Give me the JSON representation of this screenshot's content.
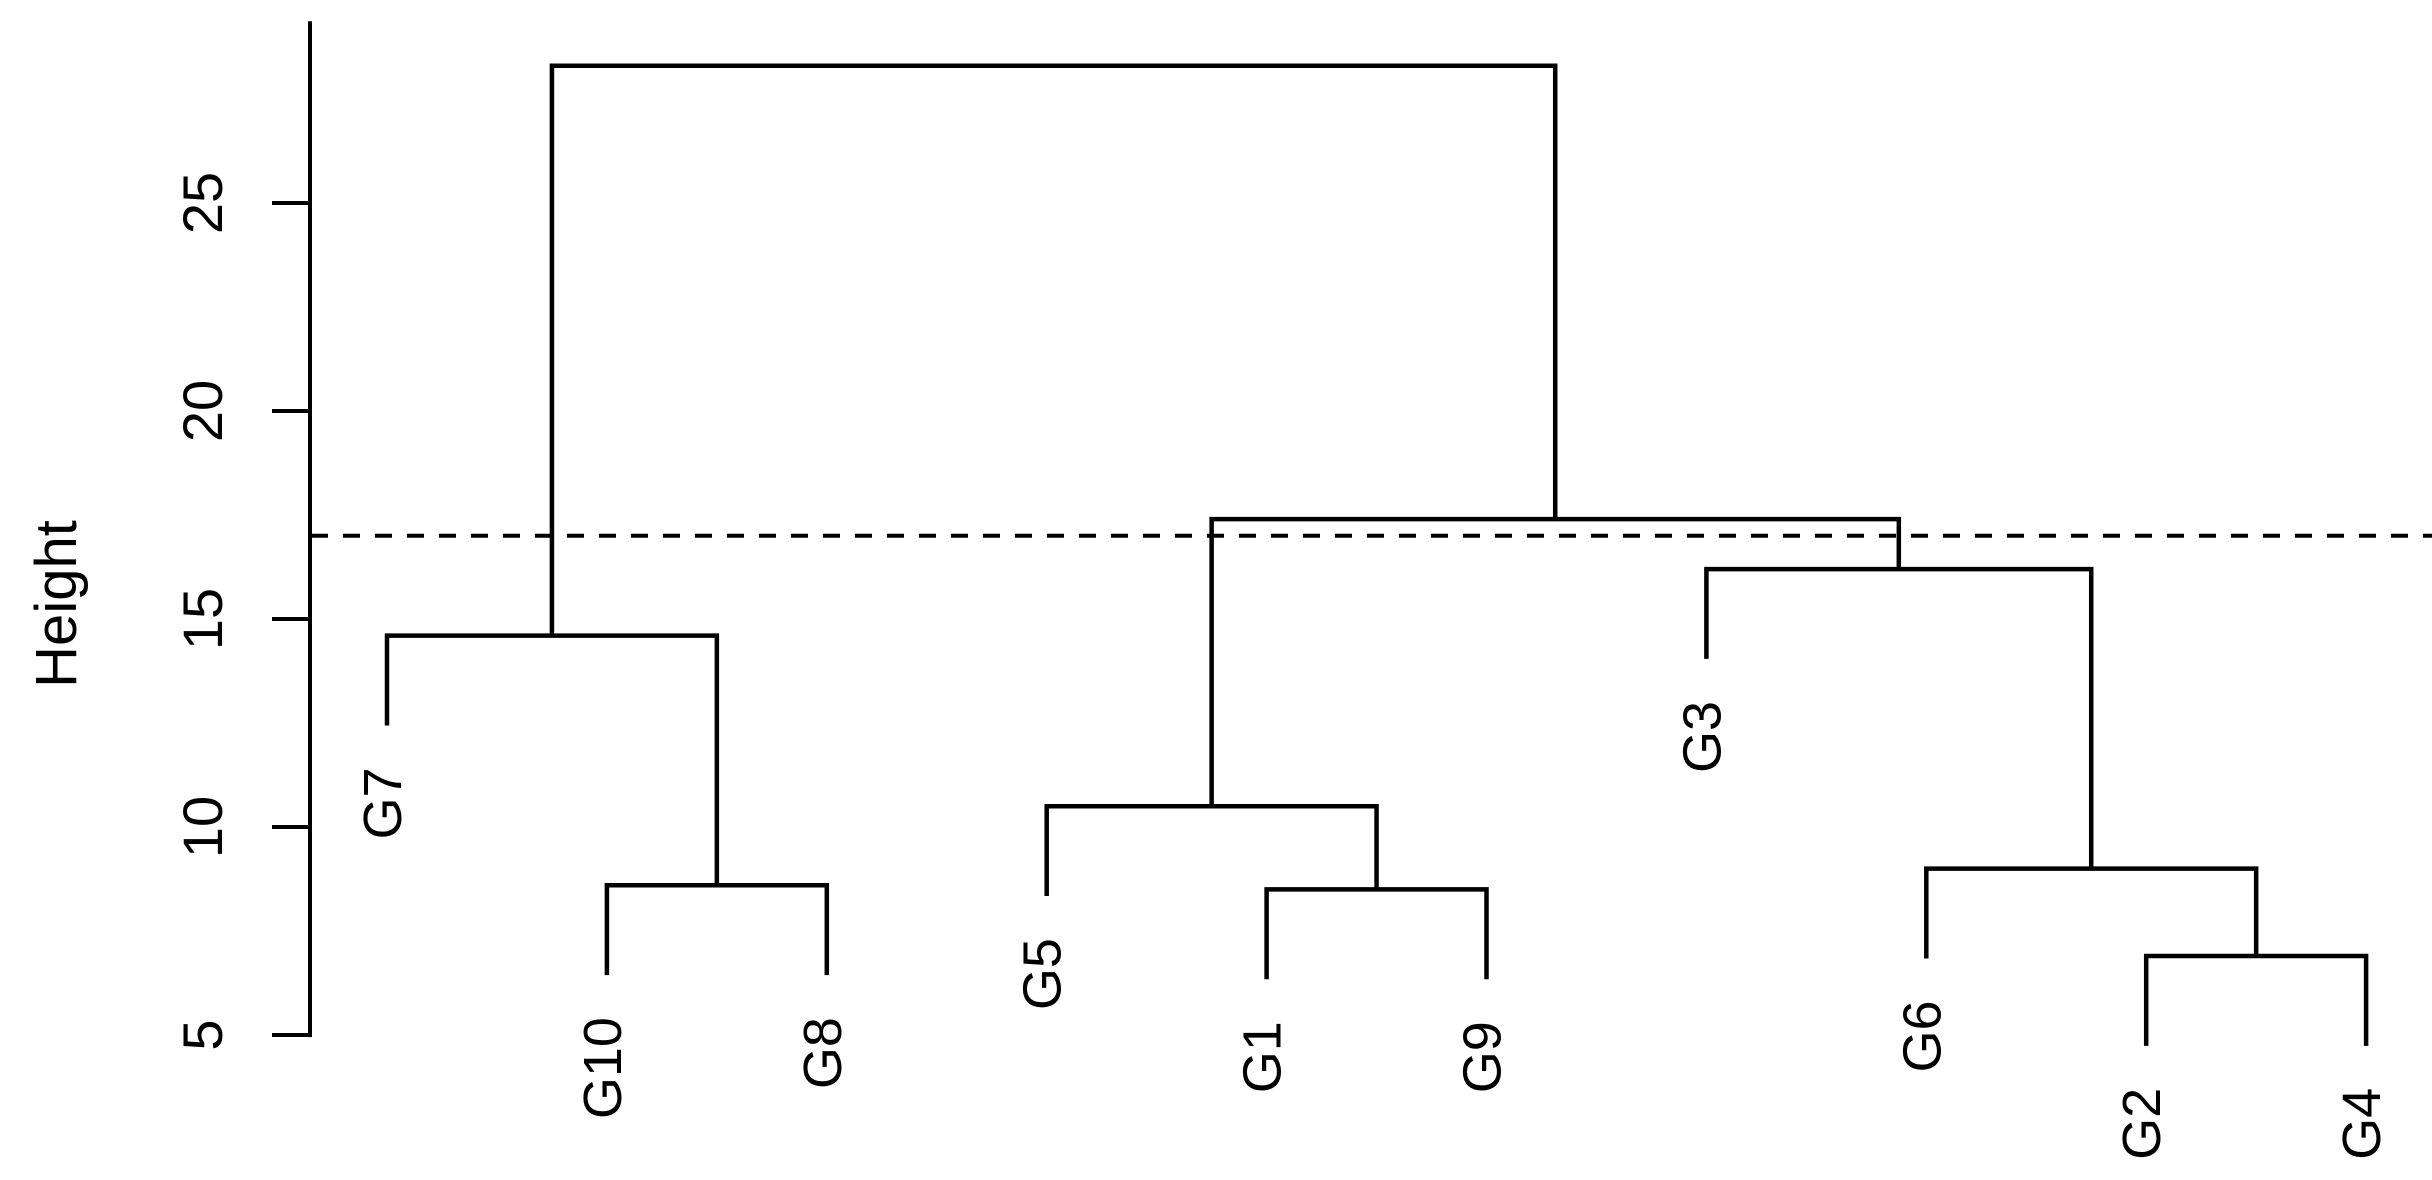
{
  "figure": {
    "background": "#ffffff",
    "line_color": "#000000"
  },
  "chart_data": {
    "type": "dendrogram",
    "orientation": "vertical",
    "title": "",
    "xlabel": "",
    "ylabel": "Height",
    "yticks": [
      5,
      10,
      15,
      20,
      25
    ],
    "ylim": [
      4.95,
      29.37
    ],
    "grid": false,
    "leaves": [
      "G7",
      "G10",
      "G8",
      "G5",
      "G1",
      "G9",
      "G3",
      "G6",
      "G2",
      "G4"
    ],
    "merges": [
      {
        "id": "n1",
        "children": [
          "G10",
          "G8"
        ],
        "height": 8.6
      },
      {
        "id": "n2",
        "children": [
          "G7",
          "n1"
        ],
        "height": 14.6
      },
      {
        "id": "n3",
        "children": [
          "G1",
          "G9"
        ],
        "height": 8.5
      },
      {
        "id": "n4",
        "children": [
          "G5",
          "n3"
        ],
        "height": 10.5
      },
      {
        "id": "n5",
        "children": [
          "G2",
          "G4"
        ],
        "height": 6.9
      },
      {
        "id": "n6",
        "children": [
          "G6",
          "n5"
        ],
        "height": 9.0
      },
      {
        "id": "n7",
        "children": [
          "G3",
          "n6"
        ],
        "height": 16.2
      },
      {
        "id": "n8",
        "children": [
          "n4",
          "n7"
        ],
        "height": 17.4
      },
      {
        "id": "n9",
        "children": [
          "n2",
          "n8"
        ],
        "height": 28.3
      }
    ],
    "leaf_hang": 2.16,
    "cut_line": {
      "height": 17.0,
      "style": "dashed"
    }
  }
}
